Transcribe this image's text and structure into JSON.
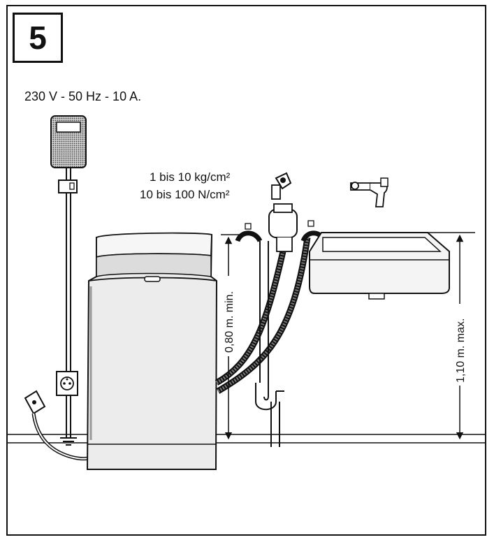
{
  "step_number": "5",
  "labels": {
    "voltage": "230 V - 50 Hz - 10 A.",
    "pressure_kg": "1 bis 10 kg/cm²",
    "pressure_n": "10 bis 100 N/cm²",
    "min_height": "0,80 m. min.",
    "max_height": "1,10 m. max."
  },
  "colors": {
    "ink": "#111111",
    "fill_light": "#e6e6e6",
    "fill_dark": "#6a6a6a"
  }
}
